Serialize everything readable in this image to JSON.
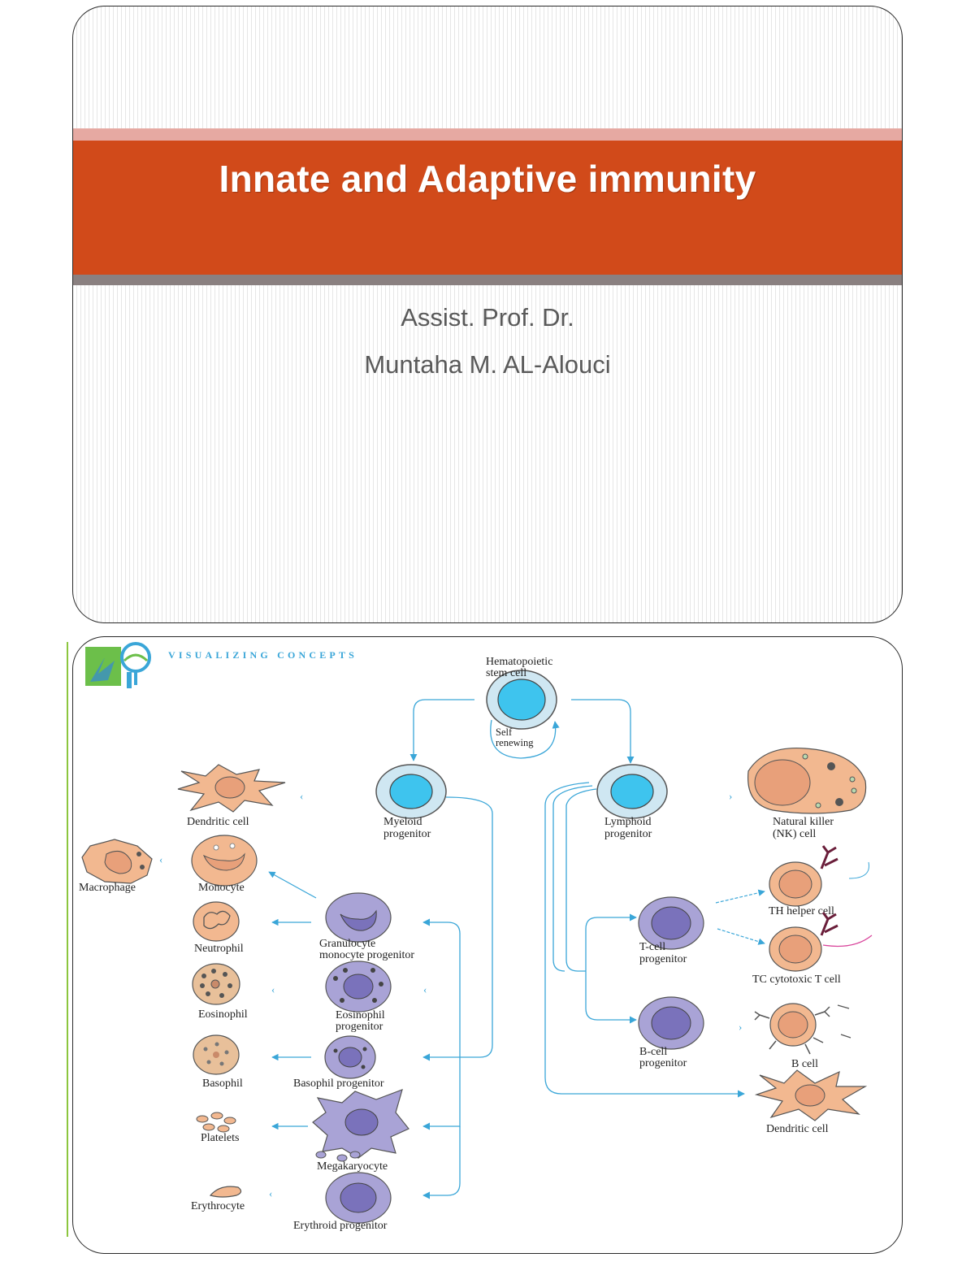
{
  "slide1": {
    "title": "Innate and Adaptive immunity",
    "author_line1": "Assist. Prof. Dr.",
    "author_line2": "Muntaha  M. AL-Alouci"
  },
  "slide2": {
    "header": "VISUALIZING CONCEPTS",
    "labels": {
      "stem_cell_1": "Hematopoietic",
      "stem_cell_2": "stem cell",
      "self_renewing_1": "Self",
      "self_renewing_2": "renewing",
      "myeloid_1": "Myeloid",
      "myeloid_2": "progenitor",
      "lymphoid_1": "Lymphoid",
      "lymphoid_2": "progenitor",
      "dendritic_left": "Dendritic cell",
      "macrophage": "Macrophage",
      "monocyte": "Monocyte",
      "neutrophil": "Neutrophil",
      "eosinophil": "Eosinophil",
      "basophil": "Basophil",
      "platelets": "Platelets",
      "erythrocyte": "Erythrocyte",
      "gm_prog_1": "Granulocyte",
      "gm_prog_2": "monocyte progenitor",
      "eos_prog_1": "Eosinophil",
      "eos_prog_2": "progenitor",
      "baso_prog": "Basophil progenitor",
      "megakaryocyte": "Megakaryocyte",
      "erythroid_prog": "Erythroid progenitor",
      "nk_1": "Natural killer",
      "nk_2": "(NK) cell",
      "th_cell": "TH helper cell",
      "tc_cell": "TC cytotoxic T cell",
      "tcell_prog_1": "T-cell",
      "tcell_prog_2": "progenitor",
      "bcell_prog_1": "B-cell",
      "bcell_prog_2": "progenitor",
      "bcell": "B cell",
      "dendritic_right": "Dendritic cell"
    }
  },
  "colors": {
    "title_band": "#d14a1a",
    "arrow": "#3aa6d8",
    "stem_cell": "#3ec4ee",
    "progenitor": "#8f88c8",
    "mature_cell": "#f2b890"
  }
}
